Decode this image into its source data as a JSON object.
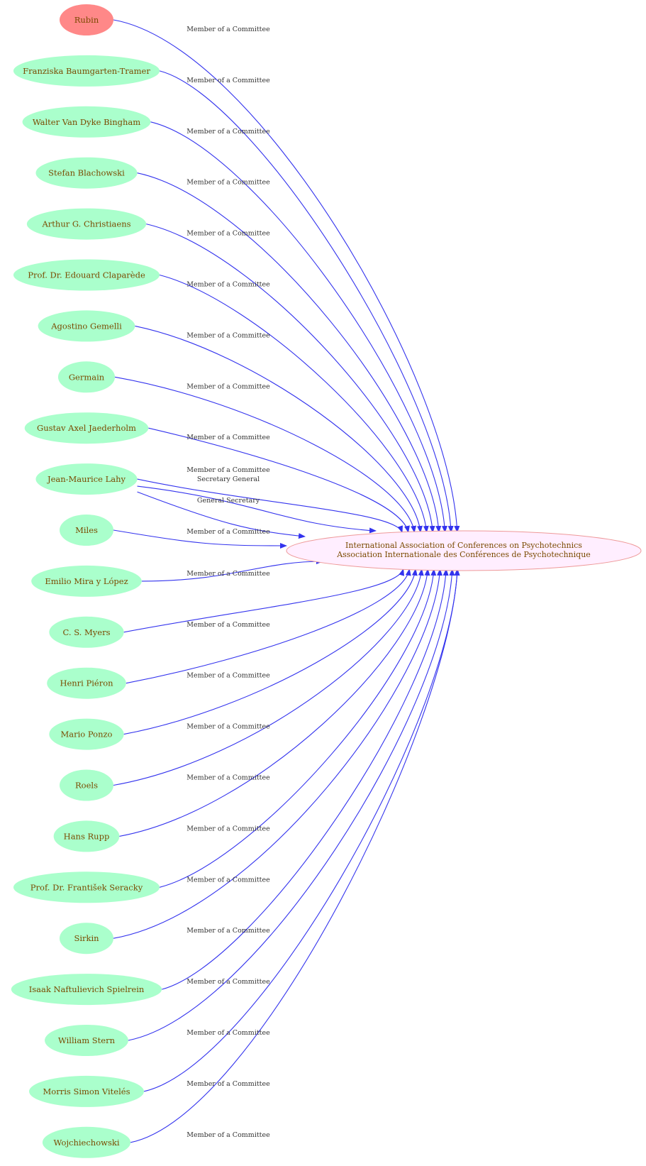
{
  "colors": {
    "edge": "#3333ee",
    "node_fill": "#aaffcc",
    "highlight_fill": "#ff8888",
    "center_fill": "#ffeeff",
    "center_stroke": "#ee9999",
    "node_text": "#7a4a00",
    "edge_text": "#333333"
  },
  "center": {
    "line1": "International Association of Conferences on Psychotechnics",
    "line2": "Association Internationale des Conférences de Psychotechnique"
  },
  "nodes": [
    {
      "label": "Rubin",
      "highlight": true,
      "edges": [
        "Member of a Committee"
      ]
    },
    {
      "label": "Franziska Baumgarten-Tramer",
      "edges": [
        "Member of a Committee"
      ]
    },
    {
      "label": "Walter Van Dyke Bingham",
      "edges": [
        "Member of a Committee"
      ]
    },
    {
      "label": "Stefan Blachowski",
      "edges": [
        "Member of a Committee"
      ]
    },
    {
      "label": "Arthur G. Christiaens",
      "edges": [
        "Member of a Committee"
      ]
    },
    {
      "label": "Prof. Dr. Edouard Claparède",
      "edges": [
        "Member of a Committee"
      ]
    },
    {
      "label": "Agostino Gemelli",
      "edges": [
        "Member of a Committee"
      ]
    },
    {
      "label": "Germain",
      "edges": [
        "Member of a Committee"
      ]
    },
    {
      "label": "Gustav Axel Jaederholm",
      "edges": [
        "Member of a Committee"
      ]
    },
    {
      "label": "Jean-Maurice Lahy",
      "edges": [
        "Member of a Committee",
        "Secretary General",
        "General Secretary"
      ]
    },
    {
      "label": "Miles",
      "edges": [
        "Member of a Committee"
      ]
    },
    {
      "label": "Emilio Mira y López",
      "edges": [
        "Member of a Committee"
      ]
    },
    {
      "label": "C. S. Myers",
      "edges": [
        "Member of a Committee"
      ]
    },
    {
      "label": "Henri Piéron",
      "edges": [
        "Member of a Committee"
      ]
    },
    {
      "label": "Mario Ponzo",
      "edges": [
        "Member of a Committee"
      ]
    },
    {
      "label": "Roels",
      "edges": [
        "Member of a Committee"
      ]
    },
    {
      "label": "Hans Rupp",
      "edges": [
        "Member of a Committee"
      ]
    },
    {
      "label": "Prof. Dr. František Seracky",
      "edges": [
        "Member of a Committee"
      ]
    },
    {
      "label": "Sirkin",
      "edges": [
        "Member of a Committee"
      ]
    },
    {
      "label": "Isaak Naftulievich Spielrein",
      "edges": [
        "Member of a Committee"
      ]
    },
    {
      "label": "William Stern",
      "edges": [
        "Member of a Committee"
      ]
    },
    {
      "label": "Morris Simon Vitelés",
      "edges": [
        "Member of a Committee"
      ]
    },
    {
      "label": "Wojchiechowski",
      "edges": [
        "Member of a Committee"
      ]
    }
  ]
}
